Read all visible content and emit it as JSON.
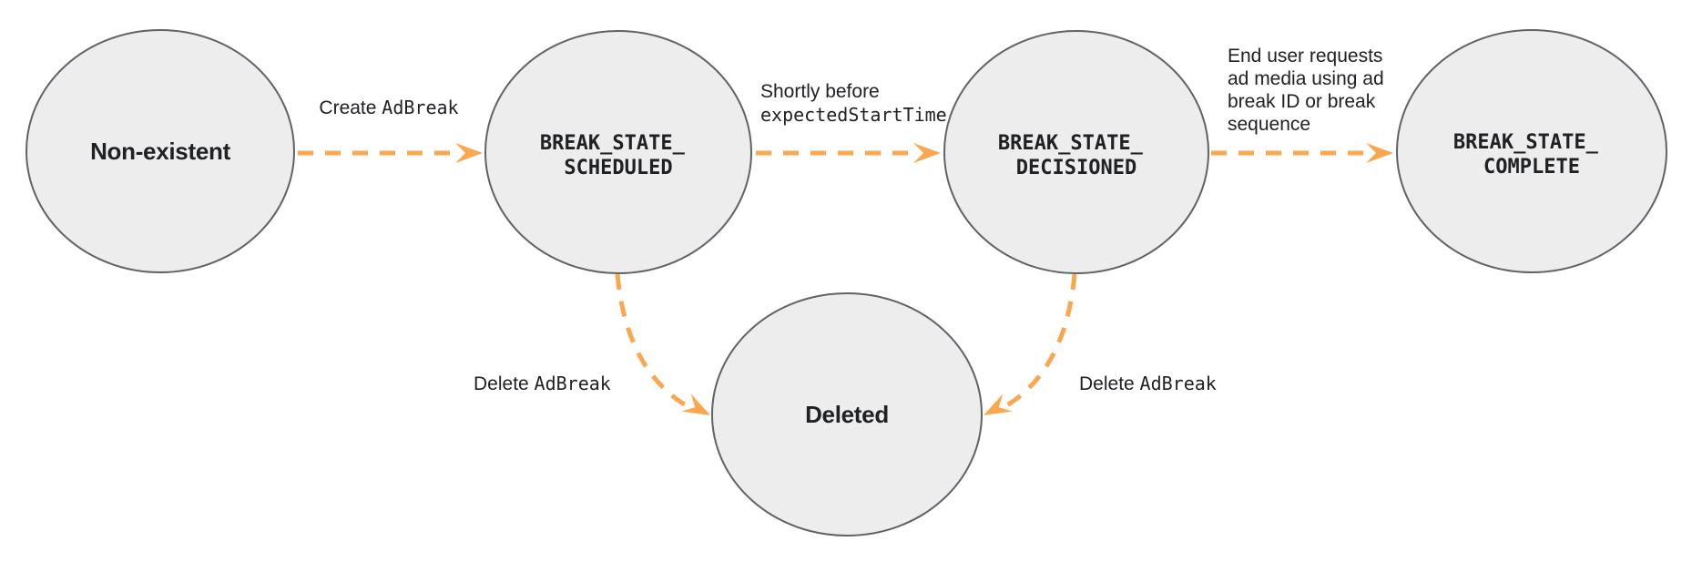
{
  "diagram": {
    "kind": "state-transition-diagram",
    "colors": {
      "background": "#ffffff",
      "node_fill": "#ededed",
      "node_stroke": "#5f6368",
      "arrow": "#f9a850",
      "text": "#202124"
    },
    "nodes": [
      {
        "id": "non-existent",
        "label": "Non-existent"
      },
      {
        "id": "break-state-scheduled",
        "line1": "BREAK_STATE_",
        "line2": "SCHEDULED"
      },
      {
        "id": "break-state-decisioned",
        "line1": "BREAK_STATE_",
        "line2": "DECISIONED"
      },
      {
        "id": "break-state-complete",
        "line1": "BREAK_STATE_",
        "line2": "COMPLETE"
      },
      {
        "id": "deleted",
        "label": "Deleted"
      }
    ],
    "transitions": [
      {
        "from": "non-existent",
        "to": "break-state-scheduled",
        "label_text": "Create ",
        "label_code": "AdBreak"
      },
      {
        "from": "break-state-scheduled",
        "to": "break-state-decisioned",
        "label_text": "Shortly before",
        "label_code": "expectedStartTime"
      },
      {
        "from": "break-state-decisioned",
        "to": "break-state-complete",
        "label_lines": [
          "End user requests",
          "ad media using ad",
          "break ID or break",
          "sequence"
        ]
      },
      {
        "from": "break-state-scheduled",
        "to": "deleted",
        "label_text": "Delete ",
        "label_code": "AdBreak"
      },
      {
        "from": "break-state-decisioned",
        "to": "deleted",
        "label_text": "Delete ",
        "label_code": "AdBreak"
      }
    ]
  }
}
